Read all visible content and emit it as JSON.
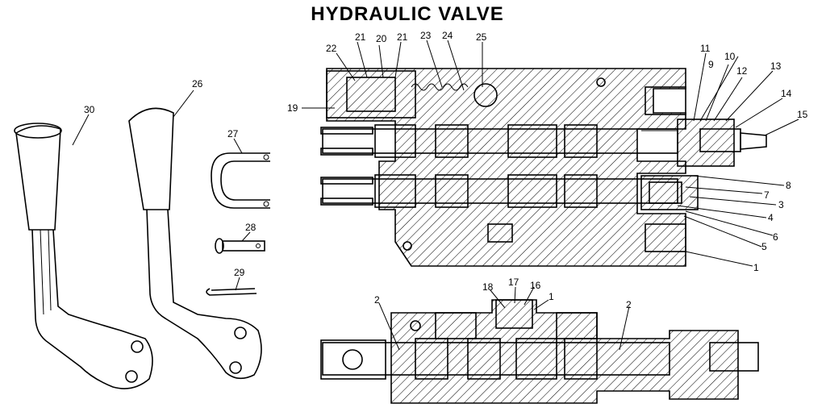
{
  "title": "HYDRAULIC VALVE",
  "callouts": {
    "c1a": "1",
    "c1b": "1",
    "c2a": "2",
    "c2b": "2",
    "c3": "3",
    "c4": "4",
    "c5": "5",
    "c6": "6",
    "c7": "7",
    "c8": "8",
    "c9": "9",
    "c10": "10",
    "c11": "11",
    "c12": "12",
    "c13": "13",
    "c14": "14",
    "c15": "15",
    "c16": "16",
    "c17": "17",
    "c18": "18",
    "c19": "19",
    "c20": "20",
    "c21a": "21",
    "c21b": "21",
    "c22": "22",
    "c23": "23",
    "c24": "24",
    "c25": "25",
    "c26": "26",
    "c27": "27",
    "c28": "28",
    "c29": "29",
    "c30": "30"
  }
}
